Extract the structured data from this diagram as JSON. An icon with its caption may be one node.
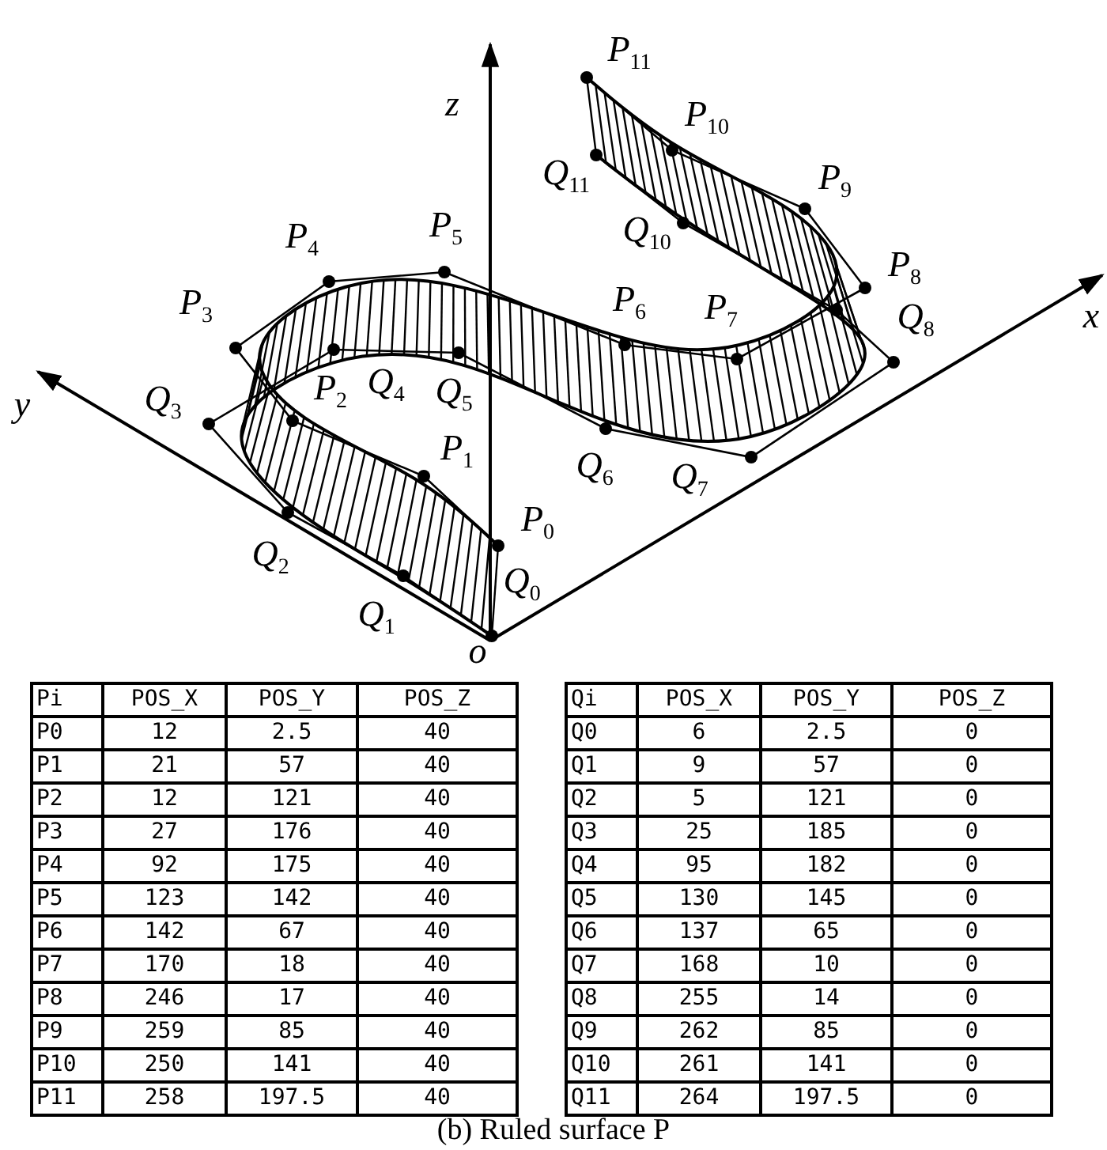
{
  "diagram": {
    "caption": "(b) Ruled surface P",
    "labels": [
      "z",
      "x",
      "y",
      "o",
      "P$_{0}$",
      "P$_{1}$",
      "P$_{2}$",
      "P$_{3}$",
      "P$_{4}$",
      "P$_{5}$",
      "P$_{6}$",
      "P$_{7}$",
      "P$_{8}$",
      "P$_{9}$",
      "P$_{10}$",
      "P$_{11}$",
      "Q$_{0}$",
      "Q$_{1}$",
      "Q$_{2}$",
      "Q$_{3}$",
      "Q$_{4}$",
      "Q$_{5}$",
      "Q$_{6}$",
      "Q$_{7}$",
      "Q$_{8}$",
      "Q$_{10}$",
      "Q$_{11}$",
      "Pi",
      "POS_X",
      "POS_Y",
      "POS_Z",
      "P0",
      "12",
      "2.5",
      "40",
      "P1",
      "21",
      "57",
      "40",
      "P2",
      "12",
      "121",
      "40",
      "P3",
      "27",
      "176",
      "40",
      "P4",
      "92",
      "175",
      "40",
      "P5",
      "123",
      "142",
      "40",
      "P6",
      "142",
      "67",
      "40",
      "P7",
      "170",
      "18",
      "40",
      "P8",
      "246",
      "17",
      "40",
      "P9",
      "259",
      "85",
      "40",
      "P10",
      "250",
      "141",
      "40",
      "P11",
      "258",
      "197.5",
      "40",
      "Qi",
      "POS_X",
      "POS_Y",
      "POS_Z",
      "Q0",
      "6",
      "2.5",
      "0",
      "Q1",
      "9",
      "57",
      "0",
      "Q2",
      "5",
      "121",
      "0",
      "Q3",
      "25",
      "185",
      "0",
      "Q4",
      "95",
      "182",
      "0",
      "Q5",
      "130",
      "145",
      "0",
      "Q6",
      "137",
      "65",
      "0",
      "Q7",
      "168",
      "10",
      "0",
      "Q8",
      "255",
      "14",
      "0",
      "Q9",
      "262",
      "85",
      "0",
      "Q10",
      "261",
      "141",
      "0",
      "Q11",
      "264",
      "197.5",
      "0"
    ]
  }
}
